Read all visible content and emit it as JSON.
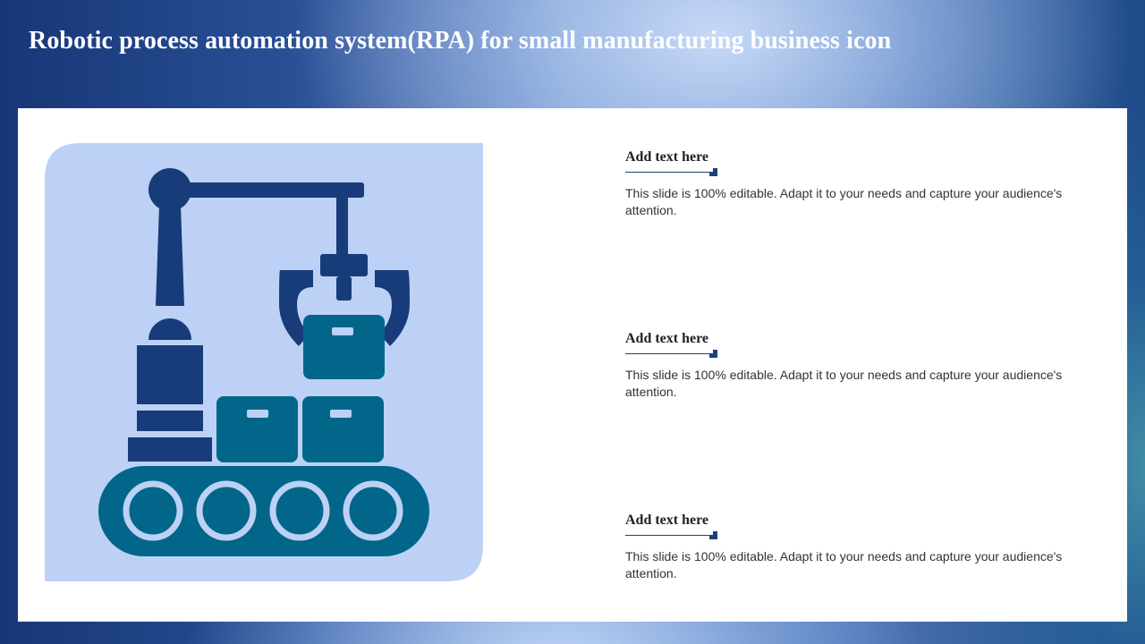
{
  "slide": {
    "title": "Robotic process automation system(RPA) for small manufacturing business icon"
  },
  "icon": {
    "name": "robotic-arm-conveyor-icon",
    "background_color": "#bcd1f5",
    "arm_color": "#183c7a",
    "box_color": "#02668a",
    "belt_color": "#02668a"
  },
  "items": [
    {
      "heading": "Add text here",
      "body": "This slide is 100% editable. Adapt it to your needs and capture your audience's attention."
    },
    {
      "heading": "Add text here",
      "body": "This slide is 100% editable. Adapt it to your needs and capture your audience's attention."
    },
    {
      "heading": "Add text here",
      "body": "This slide is 100% editable. Adapt it to your needs and capture your audience's attention."
    }
  ]
}
